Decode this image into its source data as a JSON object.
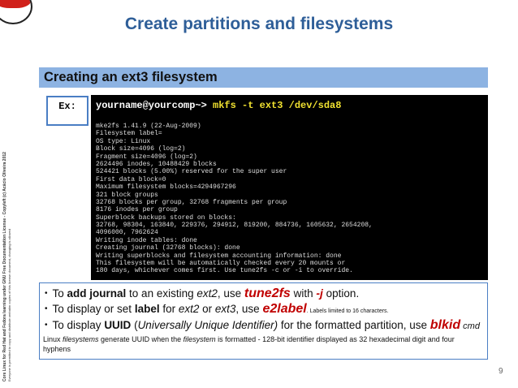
{
  "title": "Create partitions and filesystems",
  "section": "Creating an ext3 filesystem",
  "example_label": "Ex:",
  "terminal": {
    "prompt": "yourname@yourcomp~> ",
    "command": "mkfs -t ext3 /dev/sda8",
    "output": [
      "mke2fs 1.41.9 (22-Aug-2009)",
      "Filesystem label=",
      "OS type: Linux",
      "Block size=4096 (log=2)",
      "Fragment size=4096 (log=2)",
      "2624496 inodes, 10488429 blocks",
      "524421 blocks (5.00%) reserved for the super user",
      "First data block=0",
      "Maximum filesystem blocks=4294967296",
      "321 block groups",
      "32768 blocks per group, 32768 fragments per group",
      "8176 inodes per group",
      "Superblock backups stored on blocks:",
      "32768, 98304, 163840, 229376, 294912, 819200, 884736, 1605632, 2654208,",
      "4096000, 7962624",
      "Writing inode tables: done",
      "Creating journal (32768 blocks): done",
      "Writing superblocks and filesystem accounting information: done",
      "This filesystem will be automatically checked every 20 mounts or",
      "180 days, whichever comes first. Use tune2fs -c or -i to override."
    ]
  },
  "bullets": {
    "b1": {
      "a": "To ",
      "b": "add journal",
      "c": " to an existing ",
      "d": "ext2",
      "e": ", use ",
      "f": "tune2fs",
      "g": " with ",
      "h": "-j",
      "i": " option."
    },
    "b2": {
      "a": "To display or set ",
      "b": "label",
      "c": " for ",
      "d": "ext2",
      "e": " or ",
      "f": "ext3",
      "g": ", use ",
      "h": "e2label",
      "i": ". Labels limited to 16 characters."
    },
    "b3": {
      "a": "To display ",
      "b": "UUID",
      "c": " (",
      "d": "Universally Unique Identifier)",
      "e": " for the formatted partition, use ",
      "f": "blkid",
      "g": " cmd"
    },
    "note": {
      "a": "Linux ",
      "b": "filesystems",
      "c": " generate UUID when the ",
      "d": "filesystem",
      "e": " is formatted - 128-bit identifier displayed as 32 hexadecimal digit and four hyphens"
    }
  },
  "side_text": {
    "line1": "Core Linux for Red Hat and Fedora learning under GNU Free Documentation License - Copyleft (c) Acácio Oliveira 2012",
    "line2": "Everyone is permitted to copy and distribute verbatim copies of this license document, changing is allowed"
  },
  "page_number": "9",
  "colors": {
    "title": "#2e5e98",
    "header_bar": "#8db3e2",
    "command": "#f0e130",
    "highlight": "#c00000",
    "border": "#4a7ec4"
  }
}
